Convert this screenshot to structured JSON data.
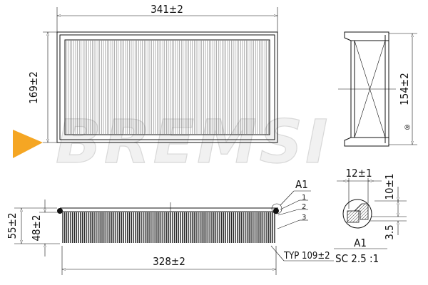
{
  "watermark": {
    "brand": "BREMSI",
    "registered": "®",
    "accent_color": "#f5a623"
  },
  "top_view": {
    "width_dim": "341±2",
    "height_dim": "169±2"
  },
  "side_view": {
    "height_dim": "154±2"
  },
  "section_view": {
    "total_height_dim": "55±2",
    "pleat_height_dim": "48±2",
    "length_dim": "328±2",
    "pleat_count_note": "TYP 109±2",
    "callouts": [
      "1",
      "2",
      "3"
    ],
    "detail_ref": "A1"
  },
  "detail": {
    "title": "A1",
    "scale": "SC 2.5 :1",
    "width_dim": "12±1",
    "height_dim": "10±1",
    "thickness_dim": "3.5"
  }
}
